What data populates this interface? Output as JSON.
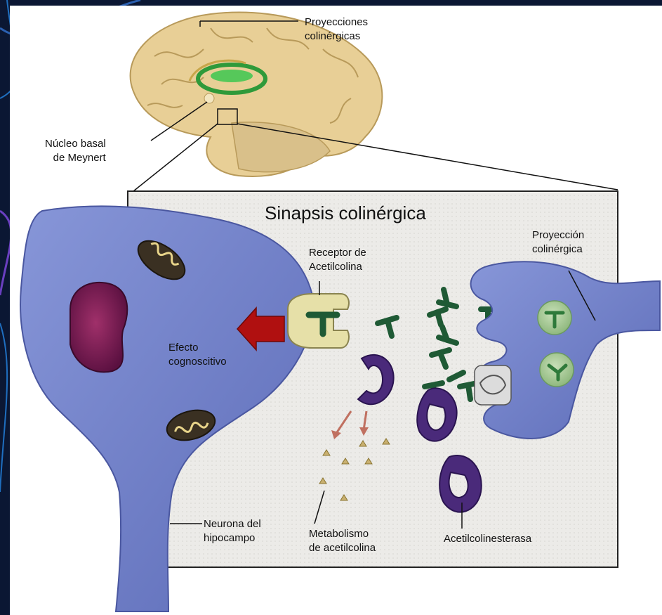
{
  "labels": {
    "proyecciones_colinergicas": "Proyecciones\ncolinérgicas",
    "nucleo_basal": "Núcleo basal\nde Meynert",
    "title": "Sinapsis colinérgica",
    "receptor": "Receptor de\nAcetilcolina",
    "proyeccion_colinergica": "Proyección\ncolinérgica",
    "efecto": "Efecto\ncognoscitivo",
    "neurona": "Neurona del\nhipocampo",
    "metabolismo": "Metabolismo\nde acetilcolina",
    "acetilcolinesterasa": "Acetilcolinesterasa"
  },
  "colors": {
    "neuron_blue": "#6e7fc7",
    "receptor_cream": "#e6e0a8",
    "enzyme_purple": "#4a2a7a",
    "acetylcholine_green": "#1f5a35",
    "arrow_red": "#b01010",
    "brain_tan": "#e8cf96"
  }
}
